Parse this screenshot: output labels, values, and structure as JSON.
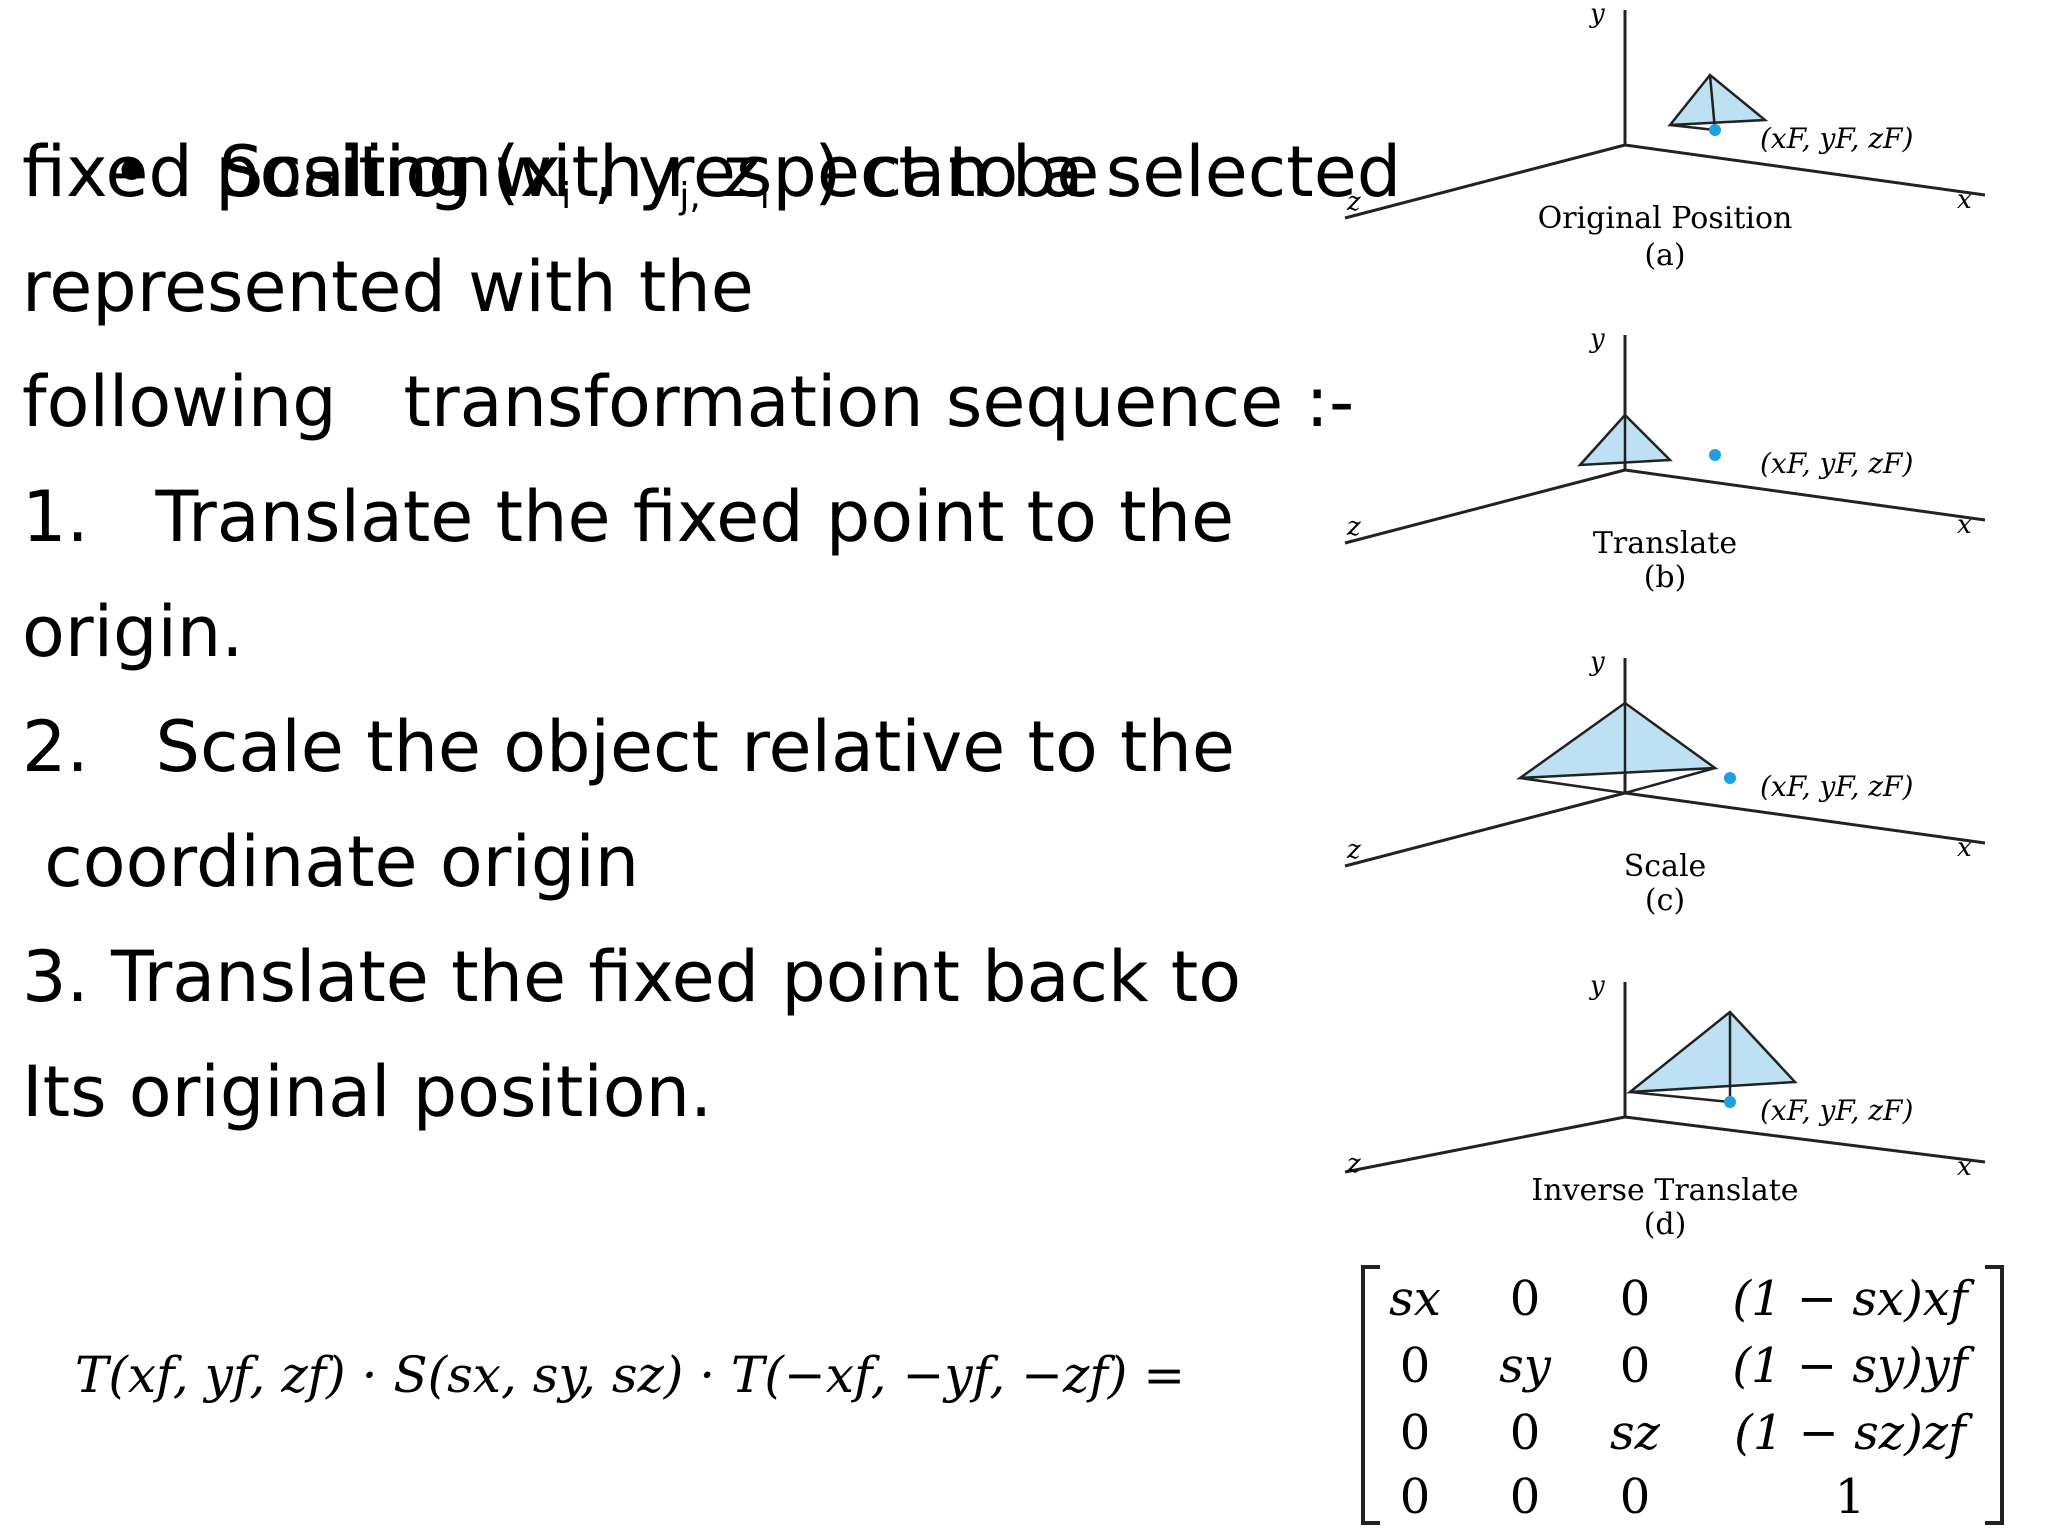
{
  "text": {
    "bullet": "•",
    "l1": "Scaling with respect to a selected",
    "l2a": "fixed position(x",
    "l2b": "i",
    "l2c": " , y",
    "l2d": "j,",
    "l2e": " z",
    "l2f": "i",
    "l2g": "  ) can be",
    "l3": "represented with the",
    "l4": "following   transformation sequence :-",
    "l5": "1.   Translate the fixed point to the",
    "l6": "origin.",
    "l7": "2.   Scale the object relative to the",
    "l8": " coordinate origin",
    "l9": "3. Translate the fixed point back to",
    "l10": "Its original position."
  },
  "diagrams": [
    {
      "caption": "Original Position",
      "sub": "(a)"
    },
    {
      "caption": "Translate",
      "sub": "(b)"
    },
    {
      "caption": "Scale",
      "sub": "(c)"
    },
    {
      "caption": "Inverse Translate",
      "sub": "(d)"
    }
  ],
  "axis_labels": {
    "y": "y",
    "x": "x",
    "z": "z"
  },
  "fixed_point_label": "(xF, yF, zF)",
  "formula": {
    "lhs": "T(xf, yf, zf) · S(sx, sy, sz) · T(−xf, −yf, −zf) =",
    "matrix": [
      [
        "sx",
        "0",
        "0",
        "(1 − sx)xf"
      ],
      [
        "0",
        "sy",
        "0",
        "(1 − sy)yf"
      ],
      [
        "0",
        "0",
        "sz",
        "(1 − sz)zf"
      ],
      [
        "0",
        "0",
        "0",
        "1"
      ]
    ]
  },
  "colors": {
    "fill": "#bde0f2",
    "point": "#1e9fe0",
    "stroke": "#222222"
  }
}
